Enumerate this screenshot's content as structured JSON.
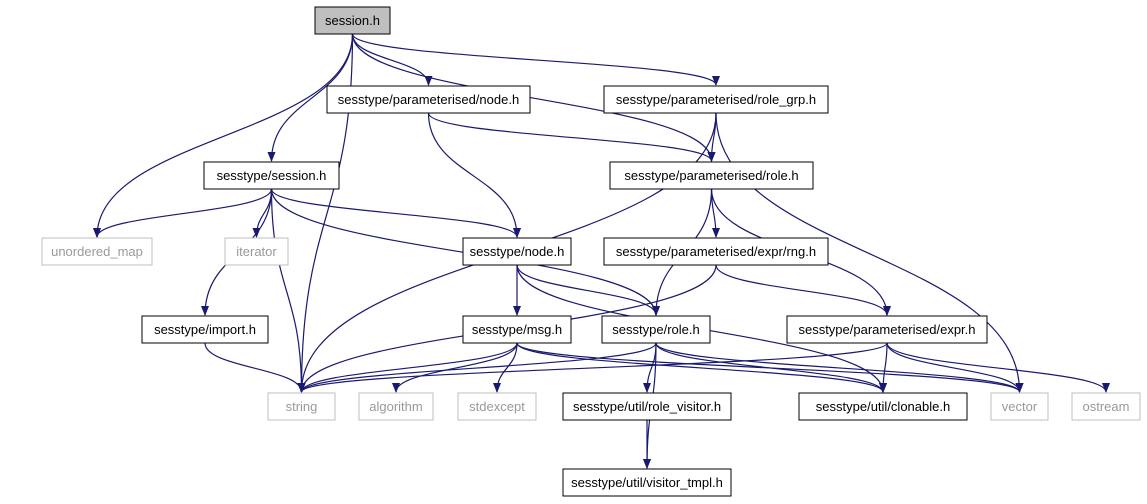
{
  "colors": {
    "edge": "#191970",
    "node_border": "#000000",
    "ext_border": "#bfbfbf",
    "ext_text": "#999999",
    "root_fill": "#bfbfbf",
    "fill": "#ffffff"
  },
  "nodes": [
    {
      "id": "session_h",
      "label": "session.h",
      "kind": "root"
    },
    {
      "id": "param_node",
      "label": "sesstype/parameterised/node.h",
      "kind": "file"
    },
    {
      "id": "param_role_grp",
      "label": "sesstype/parameterised/role_grp.h",
      "kind": "file"
    },
    {
      "id": "sess_session",
      "label": "sesstype/session.h",
      "kind": "file"
    },
    {
      "id": "param_role",
      "label": "sesstype/parameterised/role.h",
      "kind": "file"
    },
    {
      "id": "unordered_map",
      "label": "unordered_map",
      "kind": "external"
    },
    {
      "id": "iterator",
      "label": "iterator",
      "kind": "external"
    },
    {
      "id": "sess_node",
      "label": "sesstype/node.h",
      "kind": "file"
    },
    {
      "id": "expr_rng",
      "label": "sesstype/parameterised/expr/rng.h",
      "kind": "file"
    },
    {
      "id": "sess_import",
      "label": "sesstype/import.h",
      "kind": "file"
    },
    {
      "id": "sess_msg",
      "label": "sesstype/msg.h",
      "kind": "file"
    },
    {
      "id": "sess_role",
      "label": "sesstype/role.h",
      "kind": "file"
    },
    {
      "id": "param_expr",
      "label": "sesstype/parameterised/expr.h",
      "kind": "file"
    },
    {
      "id": "string",
      "label": "string",
      "kind": "external"
    },
    {
      "id": "algorithm",
      "label": "algorithm",
      "kind": "external"
    },
    {
      "id": "stdexcept",
      "label": "stdexcept",
      "kind": "external"
    },
    {
      "id": "role_visitor",
      "label": "sesstype/util/role_visitor.h",
      "kind": "file"
    },
    {
      "id": "clonable",
      "label": "sesstype/util/clonable.h",
      "kind": "file"
    },
    {
      "id": "vector",
      "label": "vector",
      "kind": "external"
    },
    {
      "id": "ostream",
      "label": "ostream",
      "kind": "external"
    },
    {
      "id": "visitor_tmpl",
      "label": "sesstype/util/visitor_tmpl.h",
      "kind": "file"
    }
  ],
  "edges": [
    [
      "session_h",
      "string"
    ],
    [
      "session_h",
      "unordered_map"
    ],
    [
      "session_h",
      "sess_session"
    ],
    [
      "session_h",
      "param_node"
    ],
    [
      "session_h",
      "param_role"
    ],
    [
      "session_h",
      "param_role_grp"
    ],
    [
      "param_node",
      "param_role"
    ],
    [
      "param_node",
      "sess_node"
    ],
    [
      "param_role_grp",
      "string"
    ],
    [
      "param_role_grp",
      "param_role"
    ],
    [
      "param_role_grp",
      "vector"
    ],
    [
      "sess_session",
      "unordered_map"
    ],
    [
      "sess_session",
      "iterator"
    ],
    [
      "sess_session",
      "sess_import"
    ],
    [
      "sess_session",
      "string"
    ],
    [
      "sess_session",
      "sess_node"
    ],
    [
      "sess_session",
      "sess_role"
    ],
    [
      "param_role",
      "expr_rng"
    ],
    [
      "param_role",
      "sess_role"
    ],
    [
      "param_role",
      "param_expr"
    ],
    [
      "sess_node",
      "sess_msg"
    ],
    [
      "sess_node",
      "sess_role"
    ],
    [
      "sess_node",
      "clonable"
    ],
    [
      "expr_rng",
      "string"
    ],
    [
      "expr_rng",
      "param_expr"
    ],
    [
      "sess_import",
      "string"
    ],
    [
      "sess_msg",
      "string"
    ],
    [
      "sess_msg",
      "algorithm"
    ],
    [
      "sess_msg",
      "stdexcept"
    ],
    [
      "sess_msg",
      "clonable"
    ],
    [
      "sess_msg",
      "vector"
    ],
    [
      "sess_role",
      "string"
    ],
    [
      "sess_role",
      "role_visitor"
    ],
    [
      "sess_role",
      "clonable"
    ],
    [
      "sess_role",
      "vector"
    ],
    [
      "sess_role",
      "visitor_tmpl"
    ],
    [
      "param_expr",
      "string"
    ],
    [
      "param_expr",
      "clonable"
    ],
    [
      "param_expr",
      "vector"
    ],
    [
      "param_expr",
      "ostream"
    ],
    [
      "role_visitor",
      "visitor_tmpl"
    ]
  ]
}
